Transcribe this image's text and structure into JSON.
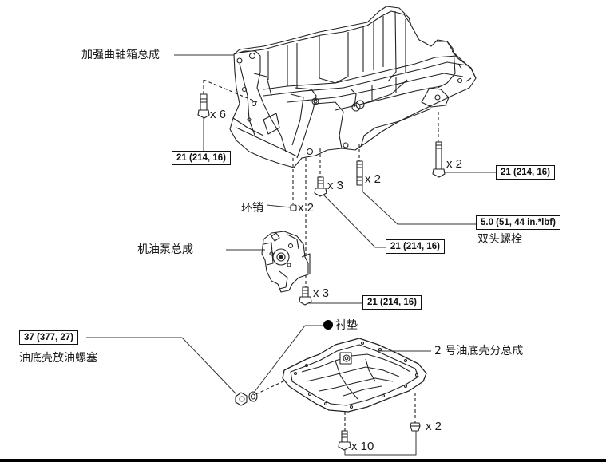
{
  "diagram": {
    "title": "",
    "parts": {
      "crankcase": {
        "label": "加强曲轴箱总成"
      },
      "ring_pin": {
        "label": "环销",
        "qty": "x 2"
      },
      "oil_pump": {
        "label": "机油泵总成"
      },
      "stud_bolt": {
        "label": "双头螺栓",
        "qty": "x 2",
        "torque": "5.0 (51, 44 in.*lbf)"
      },
      "gasket": {
        "label": "衬垫",
        "marker": "non-reusable-part-icon"
      },
      "oil_pan_2": {
        "label": "2 号油底壳分总成"
      },
      "drain_plug": {
        "label": "油底壳放油螺塞",
        "torque": "37 (377, 27)"
      }
    },
    "fasteners": [
      {
        "id": "crankcase-left-bolts",
        "qty": "x 6",
        "torque": "21 (214, 16)"
      },
      {
        "id": "crankcase-right-bolts",
        "qty": "x 2",
        "torque": "21 (214, 16)"
      },
      {
        "id": "crankcase-center-bolts",
        "qty": "x 3",
        "torque": "21 (214, 16)"
      },
      {
        "id": "oil-pump-bolts",
        "qty": "x 3",
        "torque": "21 (214, 16)"
      },
      {
        "id": "oil-pan-bolts",
        "qty": "x 10"
      },
      {
        "id": "oil-pan-nuts",
        "qty": "x 2"
      }
    ]
  }
}
